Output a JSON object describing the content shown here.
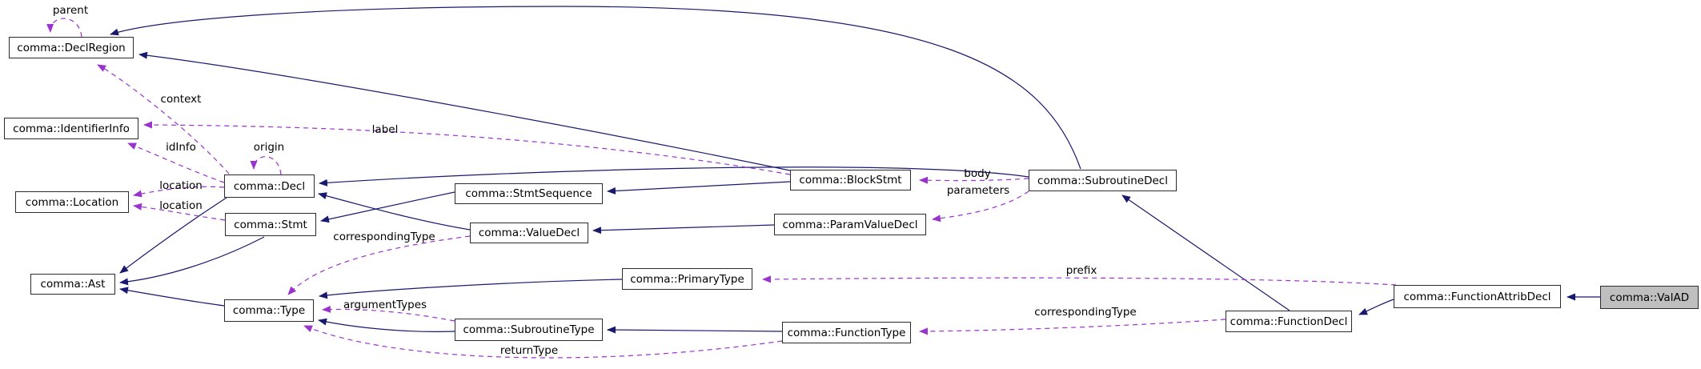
{
  "diagram": {
    "type": "collaboration-graph",
    "highlighted_node": "comma::ValAD",
    "colors": {
      "inheritance_edge": "#191970",
      "usage_edge": "#9a32cd",
      "node_border": "#2b2b2b",
      "node_bg": "#ffffff",
      "highlight_bg": "#bfbfbf",
      "text": "#000000",
      "canvas": "#ffffff"
    },
    "nodes": [
      {
        "id": "declregion",
        "label": "comma::DeclRegion"
      },
      {
        "id": "identifierinfo",
        "label": "comma::IdentifierInfo"
      },
      {
        "id": "location",
        "label": "comma::Location"
      },
      {
        "id": "ast",
        "label": "comma::Ast"
      },
      {
        "id": "decl",
        "label": "comma::Decl"
      },
      {
        "id": "stmt",
        "label": "comma::Stmt"
      },
      {
        "id": "type",
        "label": "comma::Type"
      },
      {
        "id": "stmtsequence",
        "label": "comma::StmtSequence"
      },
      {
        "id": "valuedecl",
        "label": "comma::ValueDecl"
      },
      {
        "id": "subroutinetype",
        "label": "comma::SubroutineType"
      },
      {
        "id": "primarytype",
        "label": "comma::PrimaryType"
      },
      {
        "id": "functiontype",
        "label": "comma::FunctionType"
      },
      {
        "id": "blockstmt",
        "label": "comma::BlockStmt"
      },
      {
        "id": "paramvaluedecl",
        "label": "comma::ParamValueDecl"
      },
      {
        "id": "subroutinedecl",
        "label": "comma::SubroutineDecl"
      },
      {
        "id": "functiondecl",
        "label": "comma::FunctionDecl"
      },
      {
        "id": "functionattribdecl",
        "label": "comma::FunctionAttribDecl"
      },
      {
        "id": "valad",
        "label": "comma::ValAD"
      }
    ],
    "edge_labels": [
      {
        "text": "parent"
      },
      {
        "text": "context"
      },
      {
        "text": "idInfo"
      },
      {
        "text": "origin"
      },
      {
        "text": "label"
      },
      {
        "text": "location"
      },
      {
        "text": "location"
      },
      {
        "text": "correspondingType"
      },
      {
        "text": "body"
      },
      {
        "text": "parameters"
      },
      {
        "text": "prefix"
      },
      {
        "text": "correspondingType"
      },
      {
        "text": "argumentTypes"
      },
      {
        "text": "returnType"
      }
    ]
  }
}
